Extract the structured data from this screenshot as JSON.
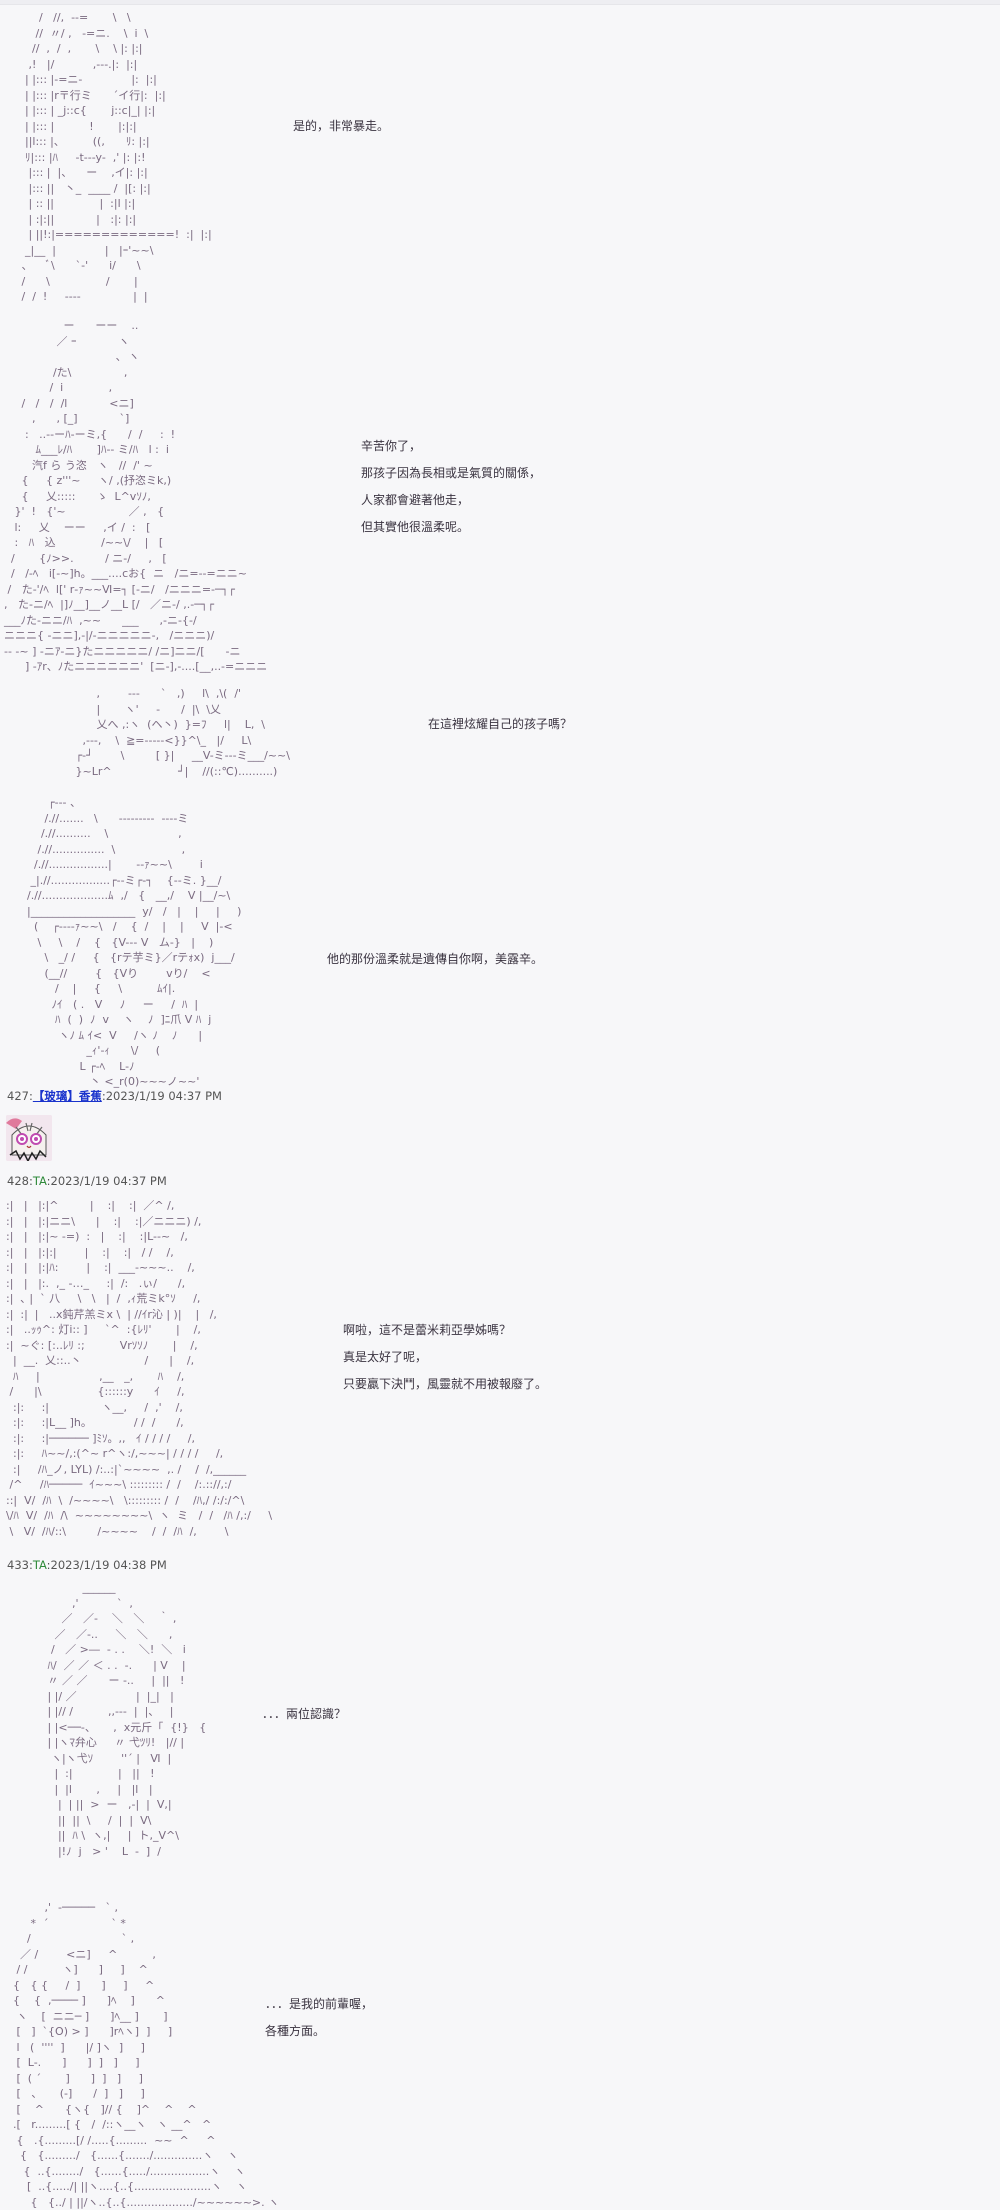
{
  "page": {
    "background": "#f7f7f9",
    "aa_color": "#7a6a80",
    "link_color": "#1a33cc",
    "ta_name_color": "#2f8a3a"
  },
  "blocks": [
    {
      "id": "scene1",
      "art": "      /   //,  --=       \\   \\\n     //  〃/ ,   -=ニ.    \\  i  \\\n    //  ,  /  ,       \\    \\ |: |:|\n   ,!   |/           ,---.|:  |:|\n  | |::: |-=ニ-              |:  |:|\n  | |::: |r〒行ミ      ´イ行|:  |:|\n  | |::: | _j::c{       j::c|_| |:|\n  | |::: |          !       |:|:|\n  ||l::: |、        ((,      ﾘ: |:|\n  ﾘ|::: |ﾊ     -t---y-  ,' |: |:!\n   |::: |  |、    ー    ,イ|: |:|\n   |::: ||   丶_  ____ /  |[: |:|\n   | :: ||             |  :|l |:|\n   | :|:||            |   :|: |:|\n   | ||!:|=============!  :|  |:|\n  _|__  |              |   |ｰ'~~\\\n 、    ﾞ\\      `-'      i/      \\\n /      \\                /       |\n /  /  !     ----               |  |",
      "dialogue": [
        "是的，非常暴走。"
      ]
    },
    {
      "id": "scene2",
      "art": "                 ー      ーー    ..\n               ／ ｰ            ヽ\n                                ､  ヽ\n              /た\\               ,\n             /  i             ,\n     /   /   /  /l            <ニ]\n        ,      , [_]            `]\n      :   ..--ーﾊ-ーミ,{      /  /     :  !\n         ﾑ___ﾚ/ﾊ       ]ﾊ-- ミ/ﾊ   l :  i\n        汽f ら う恣   ヽ   //  /' ~\n     {     { z'''~     ヽ/ ,(抒恣ミk,)\n     {     乂:::::      ゝ  L^vｿﾉ,\n   }'  !   {'~                  ／ ,   {\n   l:     乂    ーー     ,イ /  :   [\n   :   ﾊ   込             /~~\\/    |   [\n  /       {ﾉ>>.         / ニ-/     ,   [\n  /   /-ﾍ   i[-~]h。___....cお{  ニ   /ニ=--=ニニ~\n /   た-'/ﾍ  l[' r‐ｧ~~Ⅵ=┐ [-ニ/   /ニニニ=-─┐┌\n,   た-ニ/ﾍ  |]ﾉ__]__ノ__L [/   ／ニ-/ ,.-─┐┌\n___ﾉた-ニニ/ﾊ  ,~~      ___      ,-ニ-{-/\nニニニ{ -ニニ],-|/-ニニニニニ-,   /ニニニ)/\n-‐ ‐~ ] -ニｱ-ニ}たニニニニニ/ /ニ]ニニ/[      -ニ\n      ] -ｱr、ﾉたニニニニニニ'  [ニ-],-....[__,..-=ニニニ",
      "dialogue": [
        "辛苦你了，",
        "那孩子因為長相或是氣質的關係，",
        "人家都會避著他走，",
        "但其實他很溫柔呢。"
      ]
    },
    {
      "id": "scene3",
      "art": "       ,        ---      `   ,)     l\\  ,\\(  /'\n       |       ヽ'     ‐      /  |\\  \\乂\n       乂へ ,:ヽ  (ヘ丶)  }=ﾌ     l|    L,  \\\n   ,---,    \\  ≧=-----<}}^\\_   |/     L\\\n ┌‐┘        \\         [ }|     __V-ミ---ミ___/~~\\\n }~Lr^                   ┘|    //(::℃)..........)",
      "dialogue": [
        "在這裡炫耀自己的孩子嗎？"
      ]
    },
    {
      "id": "scene4",
      "art": "        ┌--- 、\n       /.//.......   \\      ---------  ----ミ\n      /.//..........    \\                    ,\n     /.//...............  \\                   ,\n    /.//.................|       --ｧ~~\\        i\n   _|.//.................┌--ミ┌-┐    {--ミ. }__/\n  /.//...................ﾑ  ,/   {   __,/    V |__/~\\\n  |___________________  y/   /   |    |     |     )\n    (    ┌----ｧ~~\\   /    {  /    |    |     V  |-<\n     \\     \\    /    {   {V--- V   ム-}   |    )\n       \\   _/ /     {   {rテ芋ミ}／rテｫx)  j___/\n       (__//        {   {Vり        vり/    <\n          /    |     {     \\          ﾑｲ|.\n         ﾉｲ   ( .   V     ﾉ     ー     /  ﾊ  |\n          ﾊ  (  )  ﾉ  v    ヽ    ﾉ  ]ﾆ爪 V ﾊ  j\n           ヽﾉ ﾑ ｲ<  V     /ヽ ﾉ    ﾉ      |\n                   _ｨ'-ｨ      \\/     (\n                 L ┌-ﾍ    L-ﾉ\n                    丶 <_r(0)~~~ノ~~'",
      "dialogue": [
        "他的那份溫柔就是遺傳自你啊，美露辛。"
      ]
    },
    {
      "id": "scene5",
      "art": ":|   |   |:|^         |    :|    :|  ／^ /,\n:|   |   |:|ニニ\\      |    :|    :|／ニニニ) /,\n:|   |   |:|~ -=)  :   |    :|    :|L--~   /,\n:|   |   |:|:|        |    :|    :|   / /    /,\n:|   |   |:|ﾊ:        |    :|  ___-~~~..    /,\n:|   |   |:.  ,_ ‐…_     :|  /:   .ぃ/      /,\n:|  ､ |  ` 八     \\   \\   |  /  ,ｨ荒ミk°ｿ     /,\n:|  :|  |   ..x鈍芹羔ミx \\  | //ｲr沁 | )|    |   /,\n:|   ..ｯｩ^: 灯i:: ]     `^  :{ﾚﾘ'       |    /,\n:|  ~ぐ: [:..ﾚﾘ :;          Vrｿｿﾉ       |    /,\n  |  __.  乂::..丶                  /      |    /,\n  ﾊ     |                 ,__   _,       ﾊ    /,\n /      |\\                {::::::y      ｲ     /,\n  :|:     :|               ヽ__,     /  ,'    /,\n  :|:     :|L__ ]h。            / /  /      /,\n  :|:     :|────── ]ﾐｿ。,,   ｲ / / / /     /,\n  :|:     ﾊ~~/,:(^~ r^ヽ:/,~~~| / / / /     /,\n  :|     /ﾊ_ノ, LYL) /:..:|`~~~~  ,. /    /  /,______\n /^     /ﾊ─────  ｲ~~~\\ ::::::::: /  /    /:.:://,:/\n::|  V/  /ﾊ  \\  /~~~~\\   \\::::::::: /  /    /ﾊ,/ /:/:/^\\\n\\/ﾊ  V/  /ﾊ  /\\  ~~~~~~~~\\  ヽ  ミ   /  /   /ﾊ /,:/     \\\n \\   V/  /ﾊ/::\\         /~~~~    /  /  /ﾊ  /,        \\",
      "dialogue": [
        "啊啦，這不是蕾米莉亞學姊嗎？",
        "真是太好了呢，",
        "只要贏下決鬥，風靈就不用被報廢了。"
      ]
    },
    {
      "id": "scene6",
      "art": "               ______\n            ,'           `  ,\n         ／   ／‐    ＼   ＼    ｀ ,\n       ／   ／‐..     ＼   ＼      ,\n      /   ／ >―  - . .    ＼!  ＼   i\n     ﾊ/  ／ ／ ＜ . .  ‐.      | V    |\n     〃 ／ ／      ー ‐..     |  ||   !\n     | |/ ／                 |  |_|   |\n     | |// /          ,,--‐  |  |、   |\n     | |<──-、     ,  x元斤「  {!}   {\n     | |ヽﾏ弁心     〃 弋ﾂﾘ!   |// |\n      ヽ|ヽ弋ｿ        ''´ |   Ⅵ  |\n       |  :|             |   ||   !\n       |  |l       ,     |   |l   |\n        |  | ||  >  ー   ,-|  |  Ⅴ,|\n        ||  ||  \\     /  |  |  Ⅴ\\\n        ||  ﾊ \\  ヽ,|     |  ト,_V^\\\n        |!ﾉ  j   > '    L  -  ]  /",
      "dialogue": [
        "．．．兩位認識？"
      ]
    },
    {
      "id": "scene7",
      "art": "           ,'  ‐─────   ` ,\n       *  ´                  ` *\n      /                          ` ,\n    ／ /        <ニ]     ^          ,\n   / /          ヽ]      ]     ]    ^\n  {   { {     /  ]      ]     ]     ^\n  {    {  ,──── ]      ]ﾍ    ]      ^\n   ヽ    [  ニニ─ ]      ]ﾍ__ ]       ]\n   [   ]  `{O) > ]      ]rﾍヽ]  ]     ]\n   l   (  ''''  ]      |/ ]ヽ  ]     ]\n   [  L-.      ]      ]  ]   ]     ]\n   [  ( ´       ]      ]  ]   ]     ]\n   [   、     (-]      /  ]   ]     ]\n   [    ^      {ヽ{   ]// {    ]^    ^    ^\n  .[   r.........[ {   /  /::ヽ__ヽ   ヽ __^   ^\n   {   .{.........[/ /.....{.........  ~~  ^     ^\n    {   {........./   {......{......./..............ヽ    ヽ\n     {  ..{......../   {......{...../.................ヽ    ヽ\n      [  ..{...../| ||ヽ....{..{......................ヽ    ヽ\n       {   {../ | ||/ヽ..{..{.................../~~~~~~>. ヽ",
      "dialogue": [
        "．．．是我的前輩喔，",
        "各種方面。"
      ]
    }
  ],
  "posts": [
    {
      "number": "427",
      "name": "【玻璃】香蕉",
      "time": "2023/1/19 04:37 PM",
      "has_avatar": true
    },
    {
      "number": "428",
      "name": "TA",
      "time": "2023/1/19 04:37 PM"
    },
    {
      "number": "433",
      "name": "TA",
      "time": "2023/1/19 04:38 PM"
    }
  ],
  "separators": {
    "colon": ":"
  }
}
